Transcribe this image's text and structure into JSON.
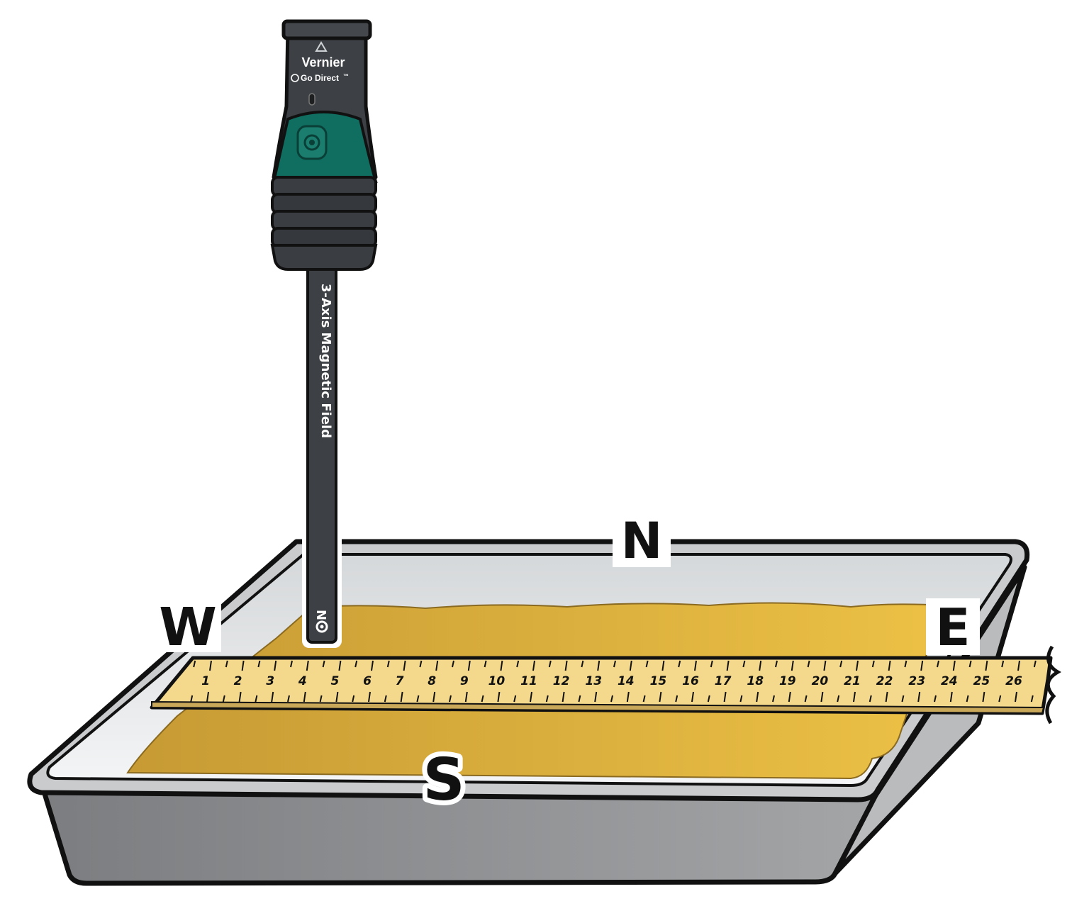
{
  "labels": {
    "north": "N",
    "south": "S",
    "east": "E",
    "west": "W"
  },
  "sensor": {
    "brand": "Vernier",
    "product_line": "Go Direct",
    "trademark": "™",
    "probe_label": "3-Axis Magnetic Field",
    "pole_marker": "N",
    "arrow_icon": "triangle-up-icon",
    "power_icon": "power-icon",
    "button_icon": "power-button-icon"
  },
  "ruler": {
    "numbers": [
      "1",
      "2",
      "3",
      "4",
      "5",
      "6",
      "7",
      "8",
      "9",
      "10",
      "11",
      "12",
      "13",
      "14",
      "15",
      "16",
      "17",
      "18",
      "19",
      "20",
      "21",
      "22",
      "23",
      "24",
      "25",
      "26"
    ],
    "break_icon": "ruler-break-icon"
  },
  "colors": {
    "sand": "#d9ad3c",
    "ruler": "#f4d98c",
    "sensor_body": "#3d4145",
    "sensor_accent": "#0f6e60",
    "tray": "#8a8c8e",
    "tray_inner": "#eceeef"
  }
}
